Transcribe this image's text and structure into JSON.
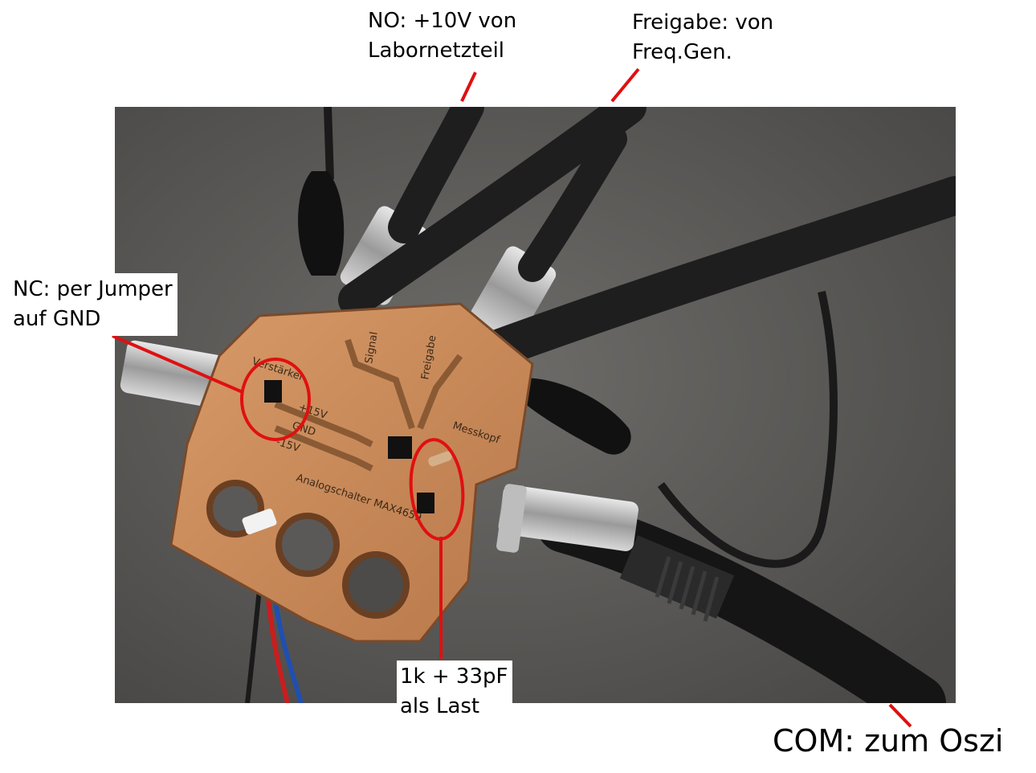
{
  "annotations": {
    "no": "NO: +10V von\nLabornetzteil",
    "freigabe": "Freigabe: von\nFreq.Gen.",
    "nc": "NC: per Jumper\nauf GND",
    "load": "1k + 33pF\nals Last",
    "com": "COM: zum Oszi"
  },
  "pcb": {
    "labels": [
      "Verstärker",
      "Signal",
      "Freigabe",
      "Messkopf",
      "Analogschalter MAX4659",
      "+15V",
      "GND",
      "-15V"
    ]
  },
  "colors": {
    "background_photo": "#5e5d5b",
    "pcb_copper": "#c98a5a",
    "cable_black": "#1c1c1c",
    "annotation_red": "#e01010"
  }
}
